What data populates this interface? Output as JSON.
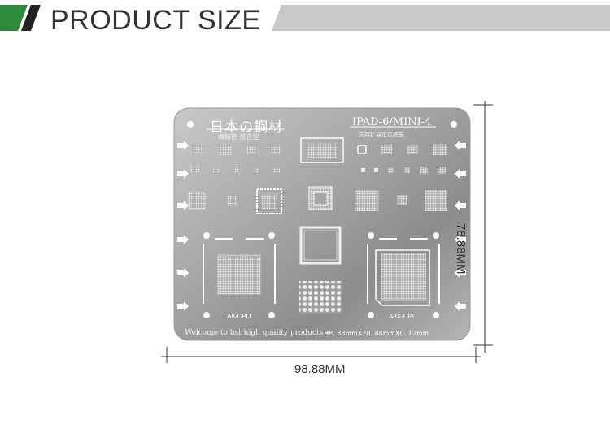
{
  "header": {
    "title": "PRODUCT SIZE",
    "accent_color": "#2f8a3b",
    "bar_color": "#c8c8c8"
  },
  "stencil": {
    "brand_cn": "日本の鋼材",
    "brand_sub": "高精密 综合型",
    "model": "IPAD-6/MINI-4",
    "model_sub": "支持扩展定位底座",
    "cpu_left_label": "A8-CPU",
    "cpu_right_label": "A8X-CPU",
    "footer_text": "Welcome to bst high quality products =",
    "footer_spec": "98. 88mmX78. 88mmX0. 12mm"
  },
  "dimensions": {
    "width_label": "98.88MM",
    "height_label": "78.88MM"
  }
}
